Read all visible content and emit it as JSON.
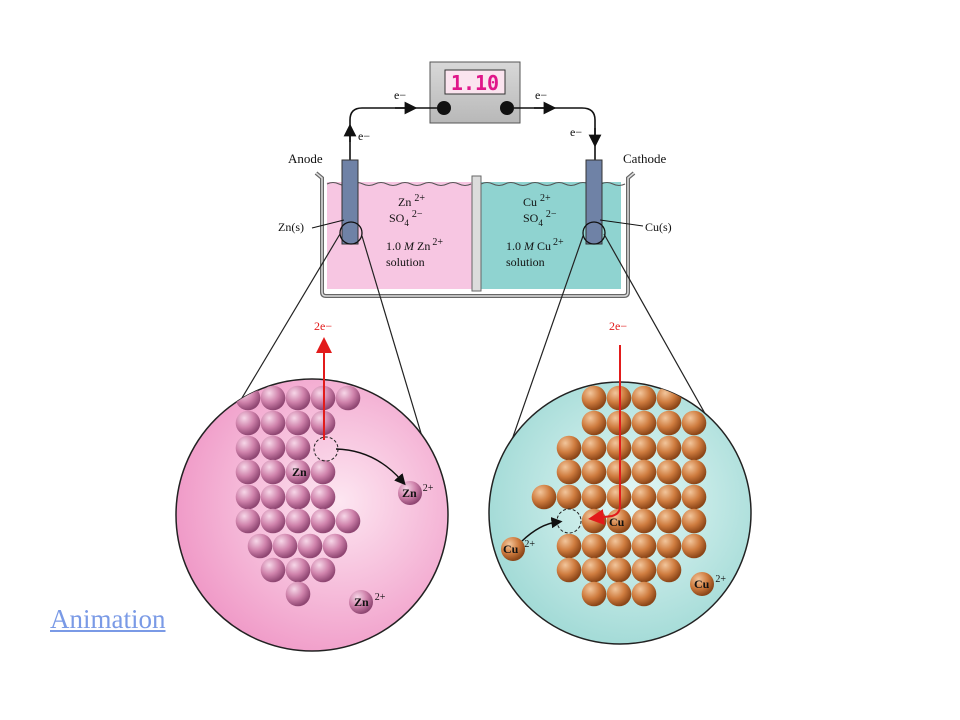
{
  "voltmeter": {
    "reading": "1.10"
  },
  "electrons": {
    "left_top": "e−",
    "right_top": "e−",
    "left_wire": "e−",
    "right_wire": "e−"
  },
  "electrodes": {
    "anode_label": "Anode",
    "cathode_label": "Cathode",
    "zn_metal": "Zn(s)",
    "cu_metal": "Cu(s)"
  },
  "left_solution": {
    "ion1": "Zn",
    "ion1_charge": "2+",
    "ion2": "SO",
    "ion2_sub": "4",
    "ion2_charge": "2−",
    "conc_prefix": "1.0 ",
    "conc_unit": "M",
    "conc_ion": " Zn",
    "conc_charge": "2+",
    "word": "solution"
  },
  "right_solution": {
    "ion1": "Cu",
    "ion1_charge": "2+",
    "ion2": "SO",
    "ion2_sub": "4",
    "ion2_charge": "2−",
    "conc_prefix": "1.0 ",
    "conc_unit": "M",
    "conc_ion": " Cu",
    "conc_charge": "2+",
    "word": "solution"
  },
  "zoom_left": {
    "electron_label": "2e−",
    "atom_label": "Zn",
    "ion_label": "Zn",
    "ion_charge": "2+",
    "ion2_label": "Zn",
    "ion2_charge": "2+"
  },
  "zoom_right": {
    "electron_label": "2e−",
    "atom_label": "Cu",
    "ion_label": "Cu",
    "ion_charge": "2+",
    "ion2_label": "Cu",
    "ion2_charge": "2+"
  },
  "link": {
    "label": "Animation"
  },
  "colors": {
    "zinc_solution": "#f7c6e2",
    "copper_solution": "#8fd3d0",
    "zinc_atom": "#c97aa3",
    "copper_atom": "#c8733a",
    "electron_red": "#e21b1b"
  }
}
